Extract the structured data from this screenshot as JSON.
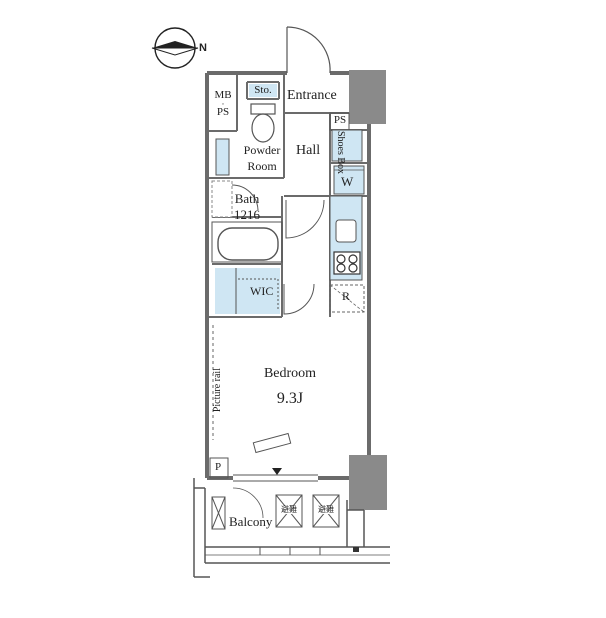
{
  "compass": {
    "label": "N"
  },
  "rooms": {
    "mbps_line1": "MB",
    "mbps_line2": "PS",
    "storage": "Sto.",
    "entrance": "Entrance",
    "ps": "PS",
    "shoes_box": "Shoes Box",
    "powder_room_line1": "Powder",
    "powder_room_line2": "Room",
    "hall": "Hall",
    "washer": "W",
    "bath_line1": "Bath",
    "bath_line2": "1216",
    "wic": "WIC",
    "refrigerator": "R",
    "bedroom": "Bedroom",
    "bedroom_size": "9.3J",
    "picture_rail": "Picture rail",
    "pipe_space": "P",
    "balcony": "Balcony",
    "hatch_left": "避難",
    "hatch_right": "避難"
  },
  "colors": {
    "wall": "#6b6b6b",
    "line": "#555555",
    "blue_fill": "#cfe6f3",
    "column": "#8a8a8a"
  }
}
